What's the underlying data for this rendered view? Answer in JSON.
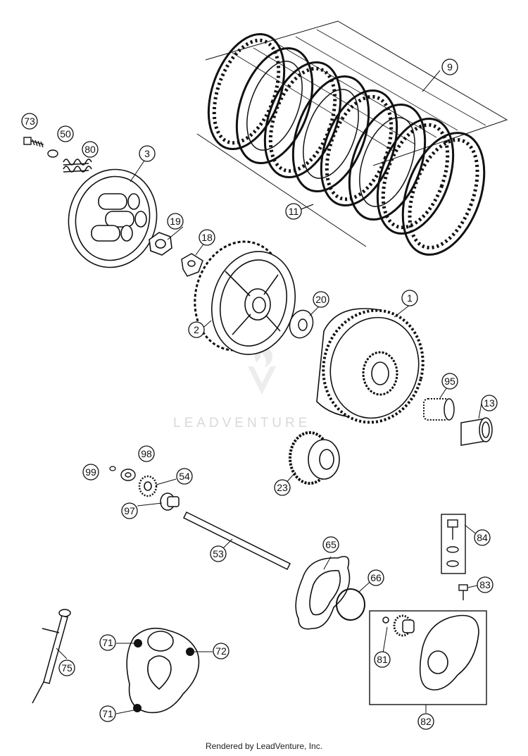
{
  "watermark": "LEADVENTURE",
  "footer": "Rendered by LeadVenture, Inc.",
  "callouts": [
    "9",
    "73",
    "50",
    "80",
    "3",
    "19",
    "18",
    "11",
    "20",
    "1",
    "2",
    "95",
    "13",
    "98",
    "99",
    "54",
    "97",
    "23",
    "84",
    "53",
    "65",
    "66",
    "83",
    "71",
    "72",
    "75",
    "71",
    "81",
    "82"
  ]
}
